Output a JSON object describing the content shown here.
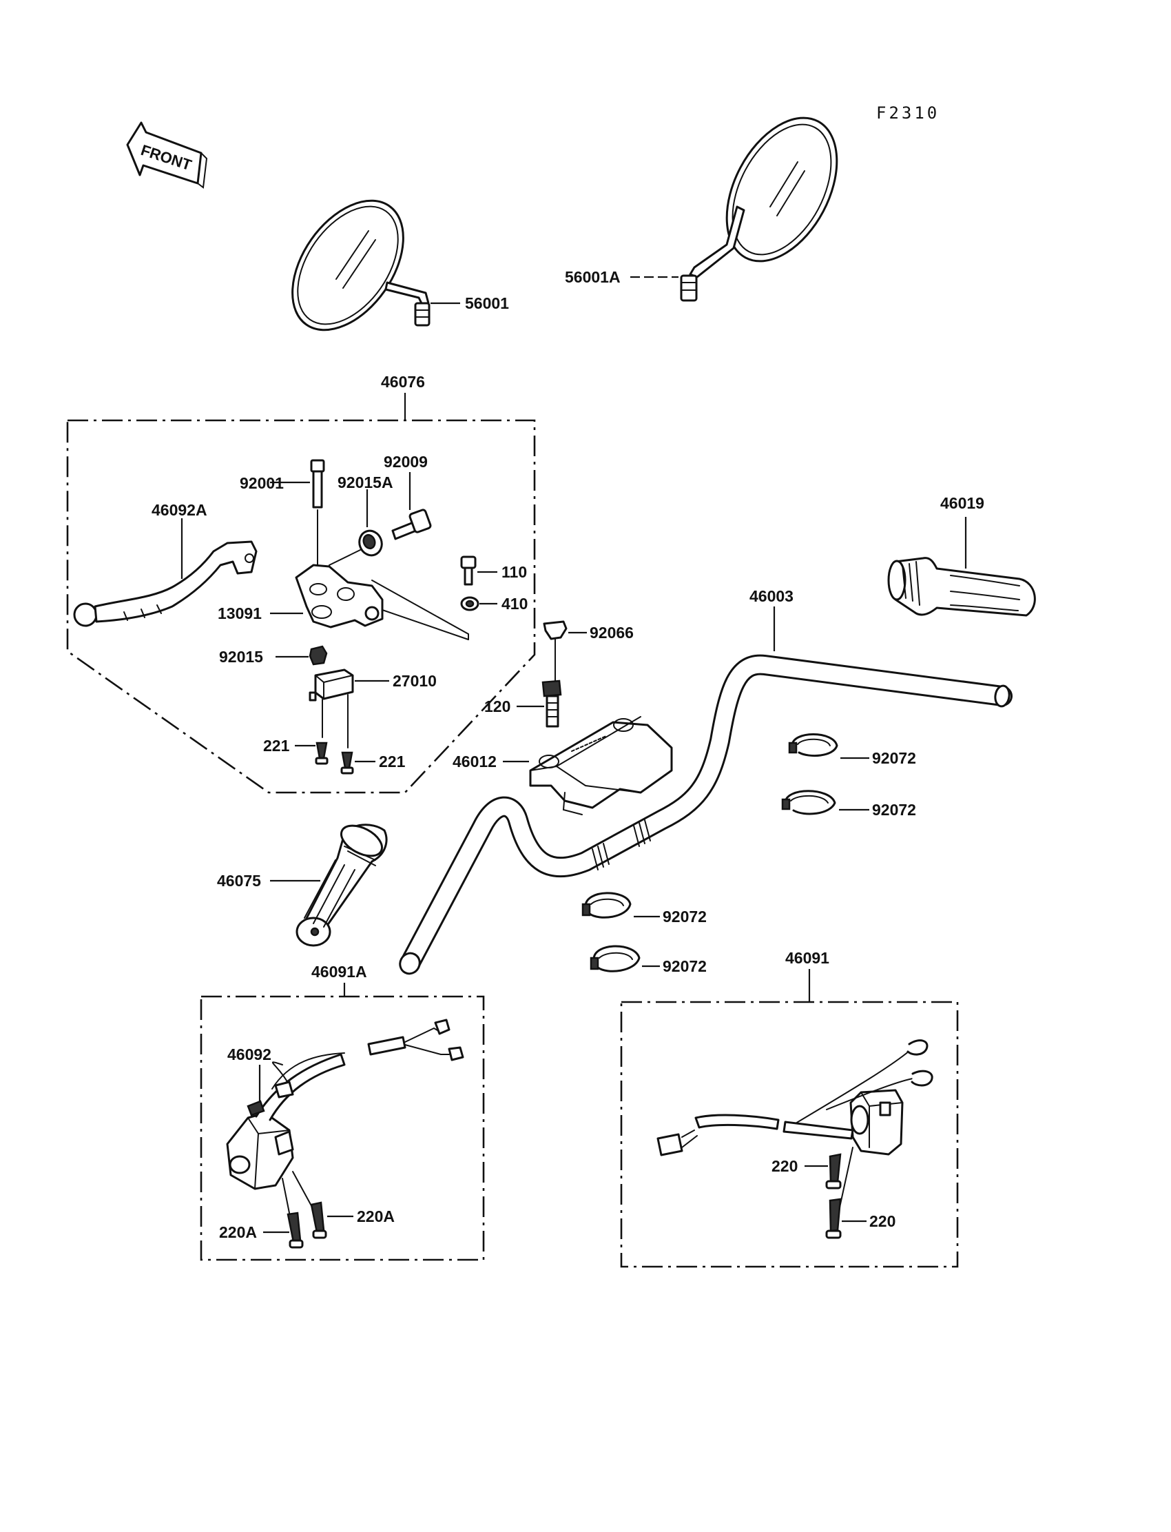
{
  "reference": "F2310",
  "front_arrow": "FRONT",
  "labels": {
    "mirror_left": "56001",
    "mirror_right": "56001A",
    "lever_assembly": "46076",
    "lever_bolt": "92001",
    "adjuster": "92009",
    "adjuster_ring": "92015A",
    "lever": "46092A",
    "bolt_110": "110",
    "nut_410": "410",
    "holder": "13091",
    "nut_92015": "92015",
    "switch_27010": "27010",
    "screw_221_a": "221",
    "screw_221_b": "221",
    "cap_92066": "92066",
    "bolt_120": "120",
    "clamp_46012": "46012",
    "handlebar": "46003",
    "grip_right": "46019",
    "clamp_band_1": "92072",
    "clamp_band_2": "92072",
    "clamp_band_3": "92072",
    "clamp_band_4": "92072",
    "grip_left": "46075",
    "switch_left_assembly": "46091A",
    "switch_left_part": "46092",
    "screw_220A_a": "220A",
    "screw_220A_b": "220A",
    "switch_right_assembly": "46091",
    "screw_220_a": "220",
    "screw_220_b": "220"
  }
}
